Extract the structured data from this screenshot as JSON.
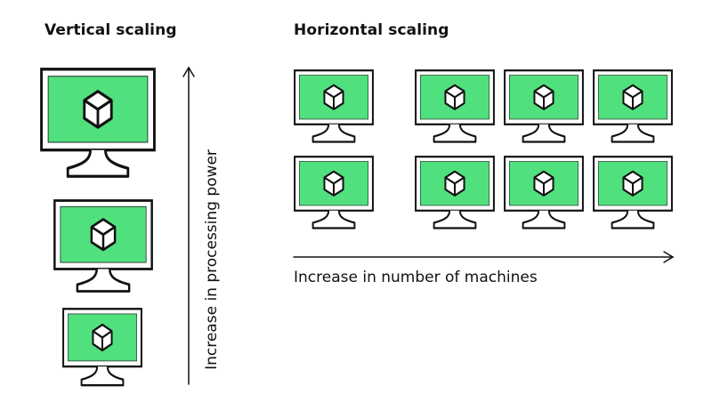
{
  "vertical": {
    "title": "Vertical scaling",
    "axis_label": "Increase in processing power"
  },
  "horizontal": {
    "title": "Horizontal scaling",
    "axis_label": "Increase in number of machines"
  },
  "colors": {
    "screen_fill": "#50e07e",
    "stroke": "#111111",
    "background": "#ffffff"
  },
  "icons": {
    "machine": "monitor-icon",
    "workload": "cube-icon"
  }
}
